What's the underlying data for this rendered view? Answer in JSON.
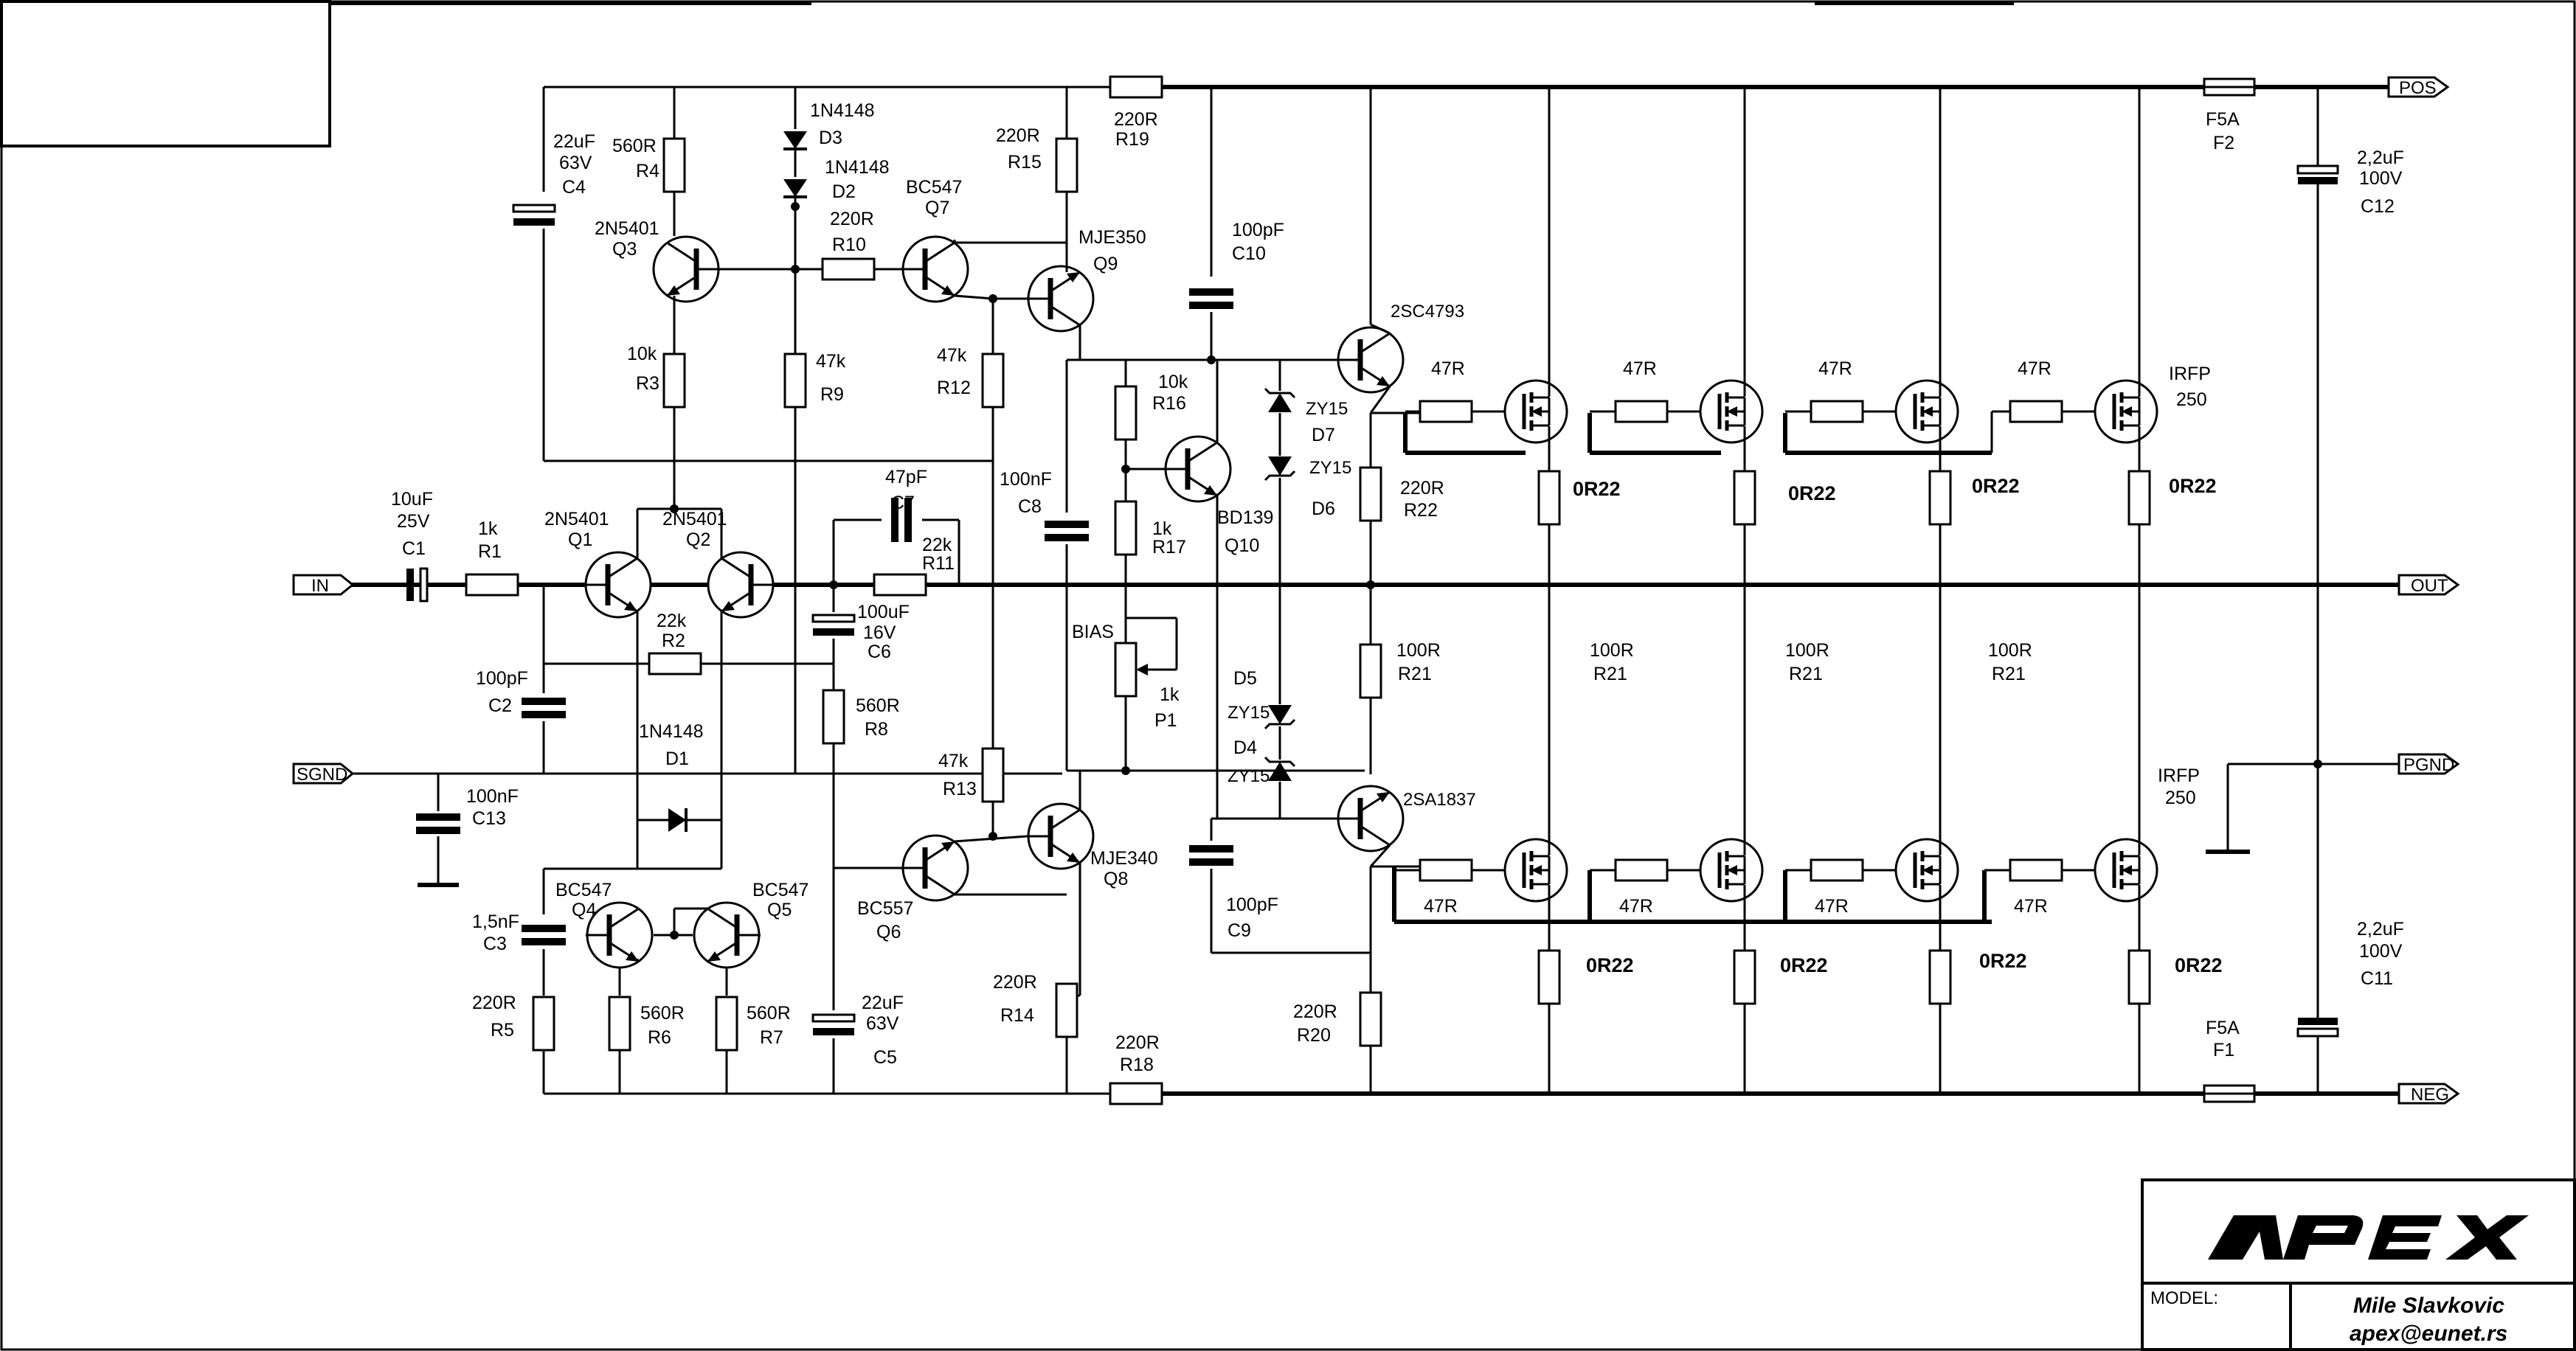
{
  "ports": {
    "in": "IN",
    "sgnd": "SGND",
    "pos": "POS",
    "out": "OUT",
    "pgnd": "PGND",
    "neg": "NEG"
  },
  "parts": {
    "c1": {
      "value": "10uF",
      "value2": "25V",
      "ref": "C1"
    },
    "r1": {
      "value": "1k",
      "ref": "R1"
    },
    "q1": {
      "type": "2N5401",
      "ref": "Q1"
    },
    "q2": {
      "type": "2N5401",
      "ref": "Q2"
    },
    "r2": {
      "value": "22k",
      "ref": "R2"
    },
    "c2": {
      "value": "100pF",
      "ref": "C2"
    },
    "c13": {
      "value": "100nF",
      "ref": "C13"
    },
    "d1": {
      "type": "1N4148",
      "ref": "D1"
    },
    "q4": {
      "type": "BC547",
      "ref": "Q4"
    },
    "q5": {
      "type": "BC547",
      "ref": "Q5"
    },
    "c3": {
      "value": "1,5nF",
      "ref": "C3"
    },
    "r5": {
      "value": "220R",
      "ref": "R5"
    },
    "r6": {
      "value": "560R",
      "ref": "R6"
    },
    "r7": {
      "value": "560R",
      "ref": "R7"
    },
    "c4": {
      "value": "22uF",
      "value2": "63V",
      "ref": "C4"
    },
    "r4": {
      "value": "560R",
      "ref": "R4"
    },
    "q3": {
      "type": "2N5401",
      "ref": "Q3"
    },
    "r3": {
      "value": "10k",
      "ref": "R3"
    },
    "d3": {
      "type": "1N4148",
      "ref": "D3"
    },
    "d2": {
      "type": "1N4148",
      "ref": "D2"
    },
    "r10": {
      "value": "220R",
      "ref": "R10"
    },
    "r9": {
      "value": "47k",
      "ref": "R9"
    },
    "q7": {
      "type": "BC547",
      "ref": "Q7"
    },
    "r15": {
      "value": "220R",
      "ref": "R15"
    },
    "r12": {
      "value": "47k",
      "ref": "R12"
    },
    "q9": {
      "type": "MJE350",
      "ref": "Q9"
    },
    "r19": {
      "value": "220R",
      "ref": "R19"
    },
    "c7": {
      "value": "47pF",
      "ref": "C7"
    },
    "r11": {
      "value": "22k",
      "ref": "R11"
    },
    "c6": {
      "value": "100uF",
      "value2": "16V",
      "ref": "C6"
    },
    "r8": {
      "value": "560R",
      "ref": "R8"
    },
    "c8": {
      "value": "100nF",
      "ref": "C8"
    },
    "c5": {
      "value": "22uF",
      "value2": "63V",
      "ref": "C5"
    },
    "r13": {
      "value": "47k",
      "ref": "R13"
    },
    "q6": {
      "type": "BC557",
      "ref": "Q6"
    },
    "q8": {
      "type": "MJE340",
      "ref": "Q8"
    },
    "r14": {
      "value": "220R",
      "ref": "R14"
    },
    "r18": {
      "value": "220R",
      "ref": "R18"
    },
    "c10": {
      "value": "100pF",
      "ref": "C10"
    },
    "r16": {
      "value": "10k",
      "ref": "R16"
    },
    "r17": {
      "value": "1k",
      "ref": "R17"
    },
    "q10": {
      "type": "BD139",
      "ref": "Q10"
    },
    "p1": {
      "label": "BIAS",
      "value": "1k",
      "ref": "P1"
    },
    "c9": {
      "value": "100pF",
      "ref": "C9"
    },
    "d7": {
      "type": "ZY15",
      "ref": "D7"
    },
    "d6": {
      "type": "ZY15",
      "ref": "D6"
    },
    "d5": {
      "type": "ZY15",
      "ref": "D5"
    },
    "d4": {
      "type": "ZY15",
      "ref": "D4"
    },
    "q_npn": {
      "type": "2SC4793"
    },
    "q_pnp": {
      "type": "2SA1837"
    },
    "r22": {
      "value": "220R",
      "ref": "R22"
    },
    "r21": {
      "value": "100R",
      "ref": "R21"
    },
    "r20": {
      "value": "220R",
      "ref": "R20"
    },
    "gate_r": "47R",
    "src_r": "0R22",
    "mos_top": {
      "line1": "IRFP",
      "line2": "250"
    },
    "mos_bot": {
      "line1": "IRFP",
      "line2": "250"
    },
    "r21_repeat": {
      "value": "100R",
      "ref": "R21"
    },
    "f2": {
      "value": "F5A",
      "ref": "F2"
    },
    "f1": {
      "value": "F5A",
      "ref": "F1"
    },
    "c12": {
      "value": "2,2uF",
      "value2": "100V",
      "ref": "C12"
    },
    "c11": {
      "value": "2,2uF",
      "value2": "100V",
      "ref": "C11"
    }
  },
  "title_block": {
    "logo": "APEX",
    "model_label": "MODEL:",
    "author": "Mile Slavkovic",
    "email": "apex@eunet.rs"
  }
}
